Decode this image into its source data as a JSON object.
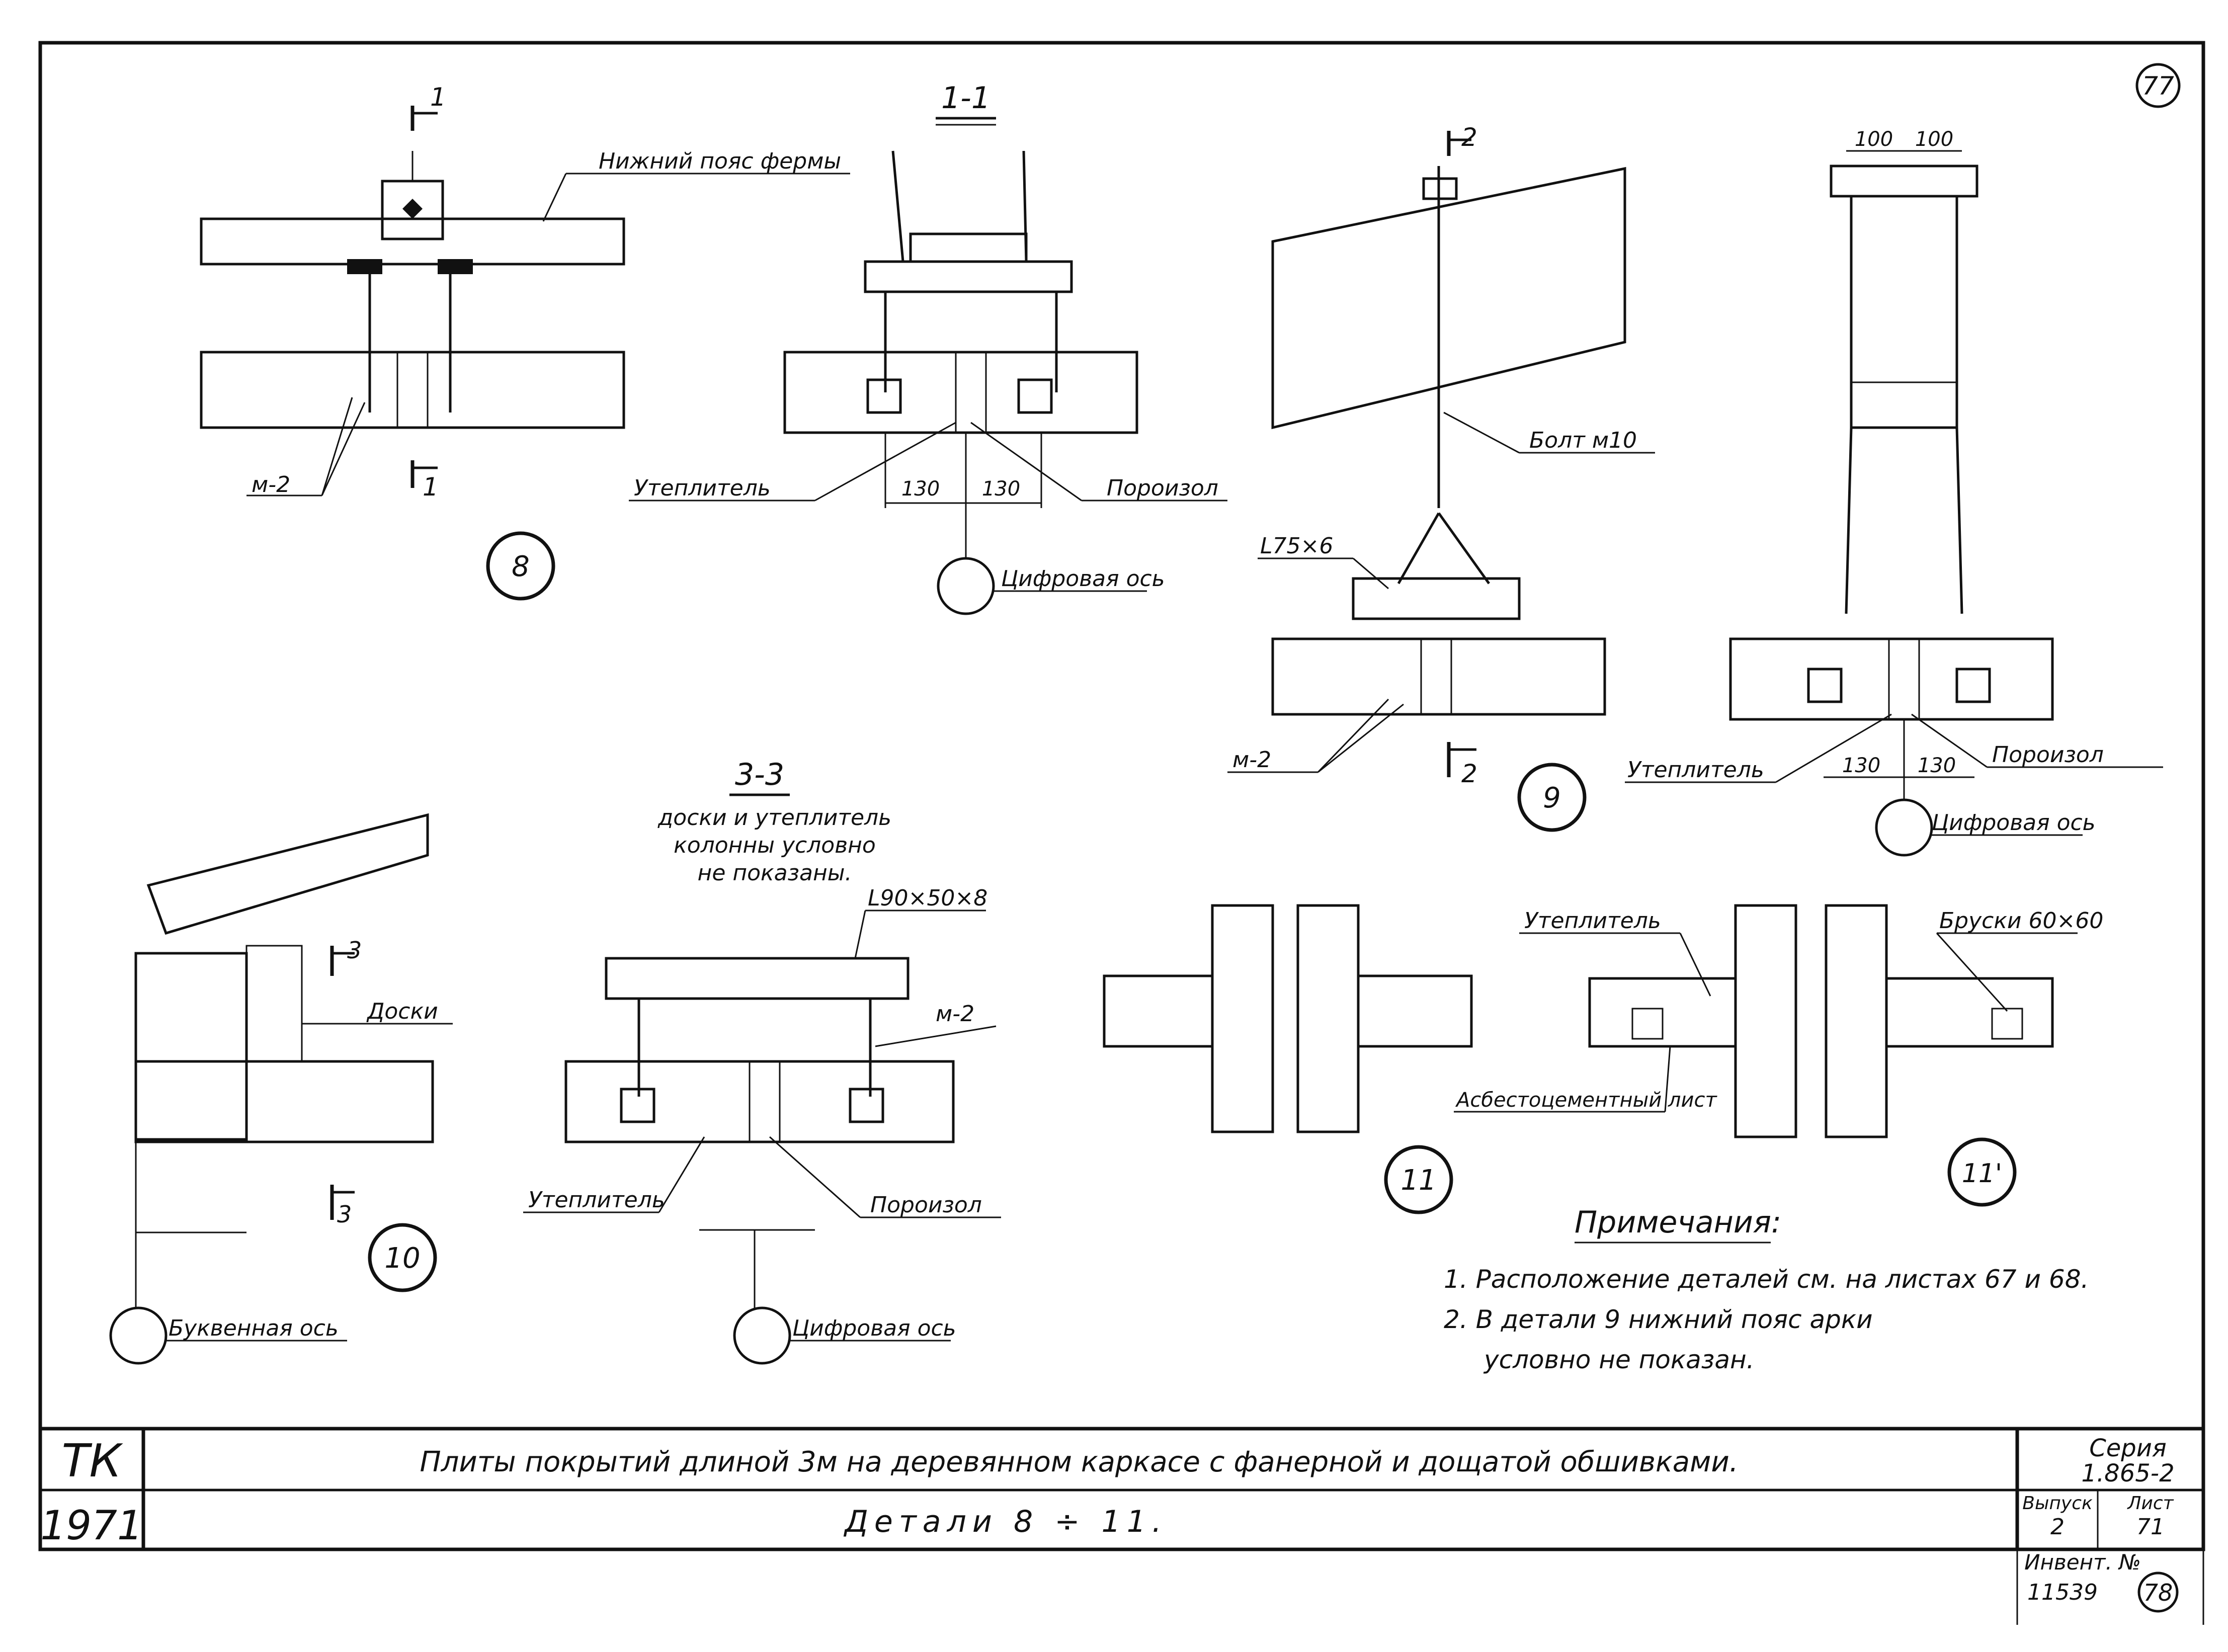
{
  "sheet": {
    "number_top": "77",
    "number_bottom": "78",
    "stamp_code": "ТК",
    "stamp_year": "1971",
    "title_main": "Плиты покрытий длиной 3м на деревянном каркасе с фанерной и дощатой обшивками.",
    "title_sub": "Детали 8 ÷ 11.",
    "series_label": "Серия",
    "series_value": "1.865-2",
    "issue_label": "Выпуск",
    "issue_value": "2",
    "sheet_label": "Лист",
    "sheet_value": "71",
    "inv_label": "Инвент. №",
    "inv_value": "11539"
  },
  "detail8": {
    "section_mark": "1",
    "beam_label": "Нижний пояс фермы",
    "fastener": "м-2",
    "number": "8"
  },
  "section11": {
    "title": "1-1",
    "insulation": "Утеплитель",
    "porozol": "Пороизол",
    "dim_left": "130",
    "dim_right": "130",
    "axis_label": "Цифровая ось"
  },
  "detail9": {
    "section_mark": "2",
    "bolt": "Болт м10",
    "angle": "L75×6",
    "fastener": "м-2",
    "number": "9"
  },
  "section22": {
    "dim_top_left": "100",
    "dim_top_right": "100",
    "insulation": "Утеплитель",
    "porozol": "Пороизол",
    "dim_left": "130",
    "dim_right": "130",
    "axis_label": "Цифровая ось"
  },
  "section33": {
    "title": "3-3",
    "note_line1": "доски и утеплитель",
    "note_line2": "колонны условно",
    "note_line3": "не показаны.",
    "angle": "L90×50×8",
    "fastener": "м-2",
    "insulation": "Утеплитель",
    "porozol": "Пороизол",
    "axis_label": "Цифровая ось"
  },
  "detail10": {
    "section_mark": "3",
    "boards": "Доски",
    "axis_label": "Буквенная ось",
    "number": "10"
  },
  "detail11": {
    "number": "11",
    "number_prime": "11'",
    "insulation": "Утеплитель",
    "bars": "Бруски 60×60",
    "asbestos": "Асбестоцементный лист"
  },
  "notes": {
    "heading": "Примечания:",
    "item1": "1. Расположение деталей см. на листах 67 и 68.",
    "item2": "2. В детали 9 нижний пояс арки",
    "item2b": "условно не показан."
  }
}
